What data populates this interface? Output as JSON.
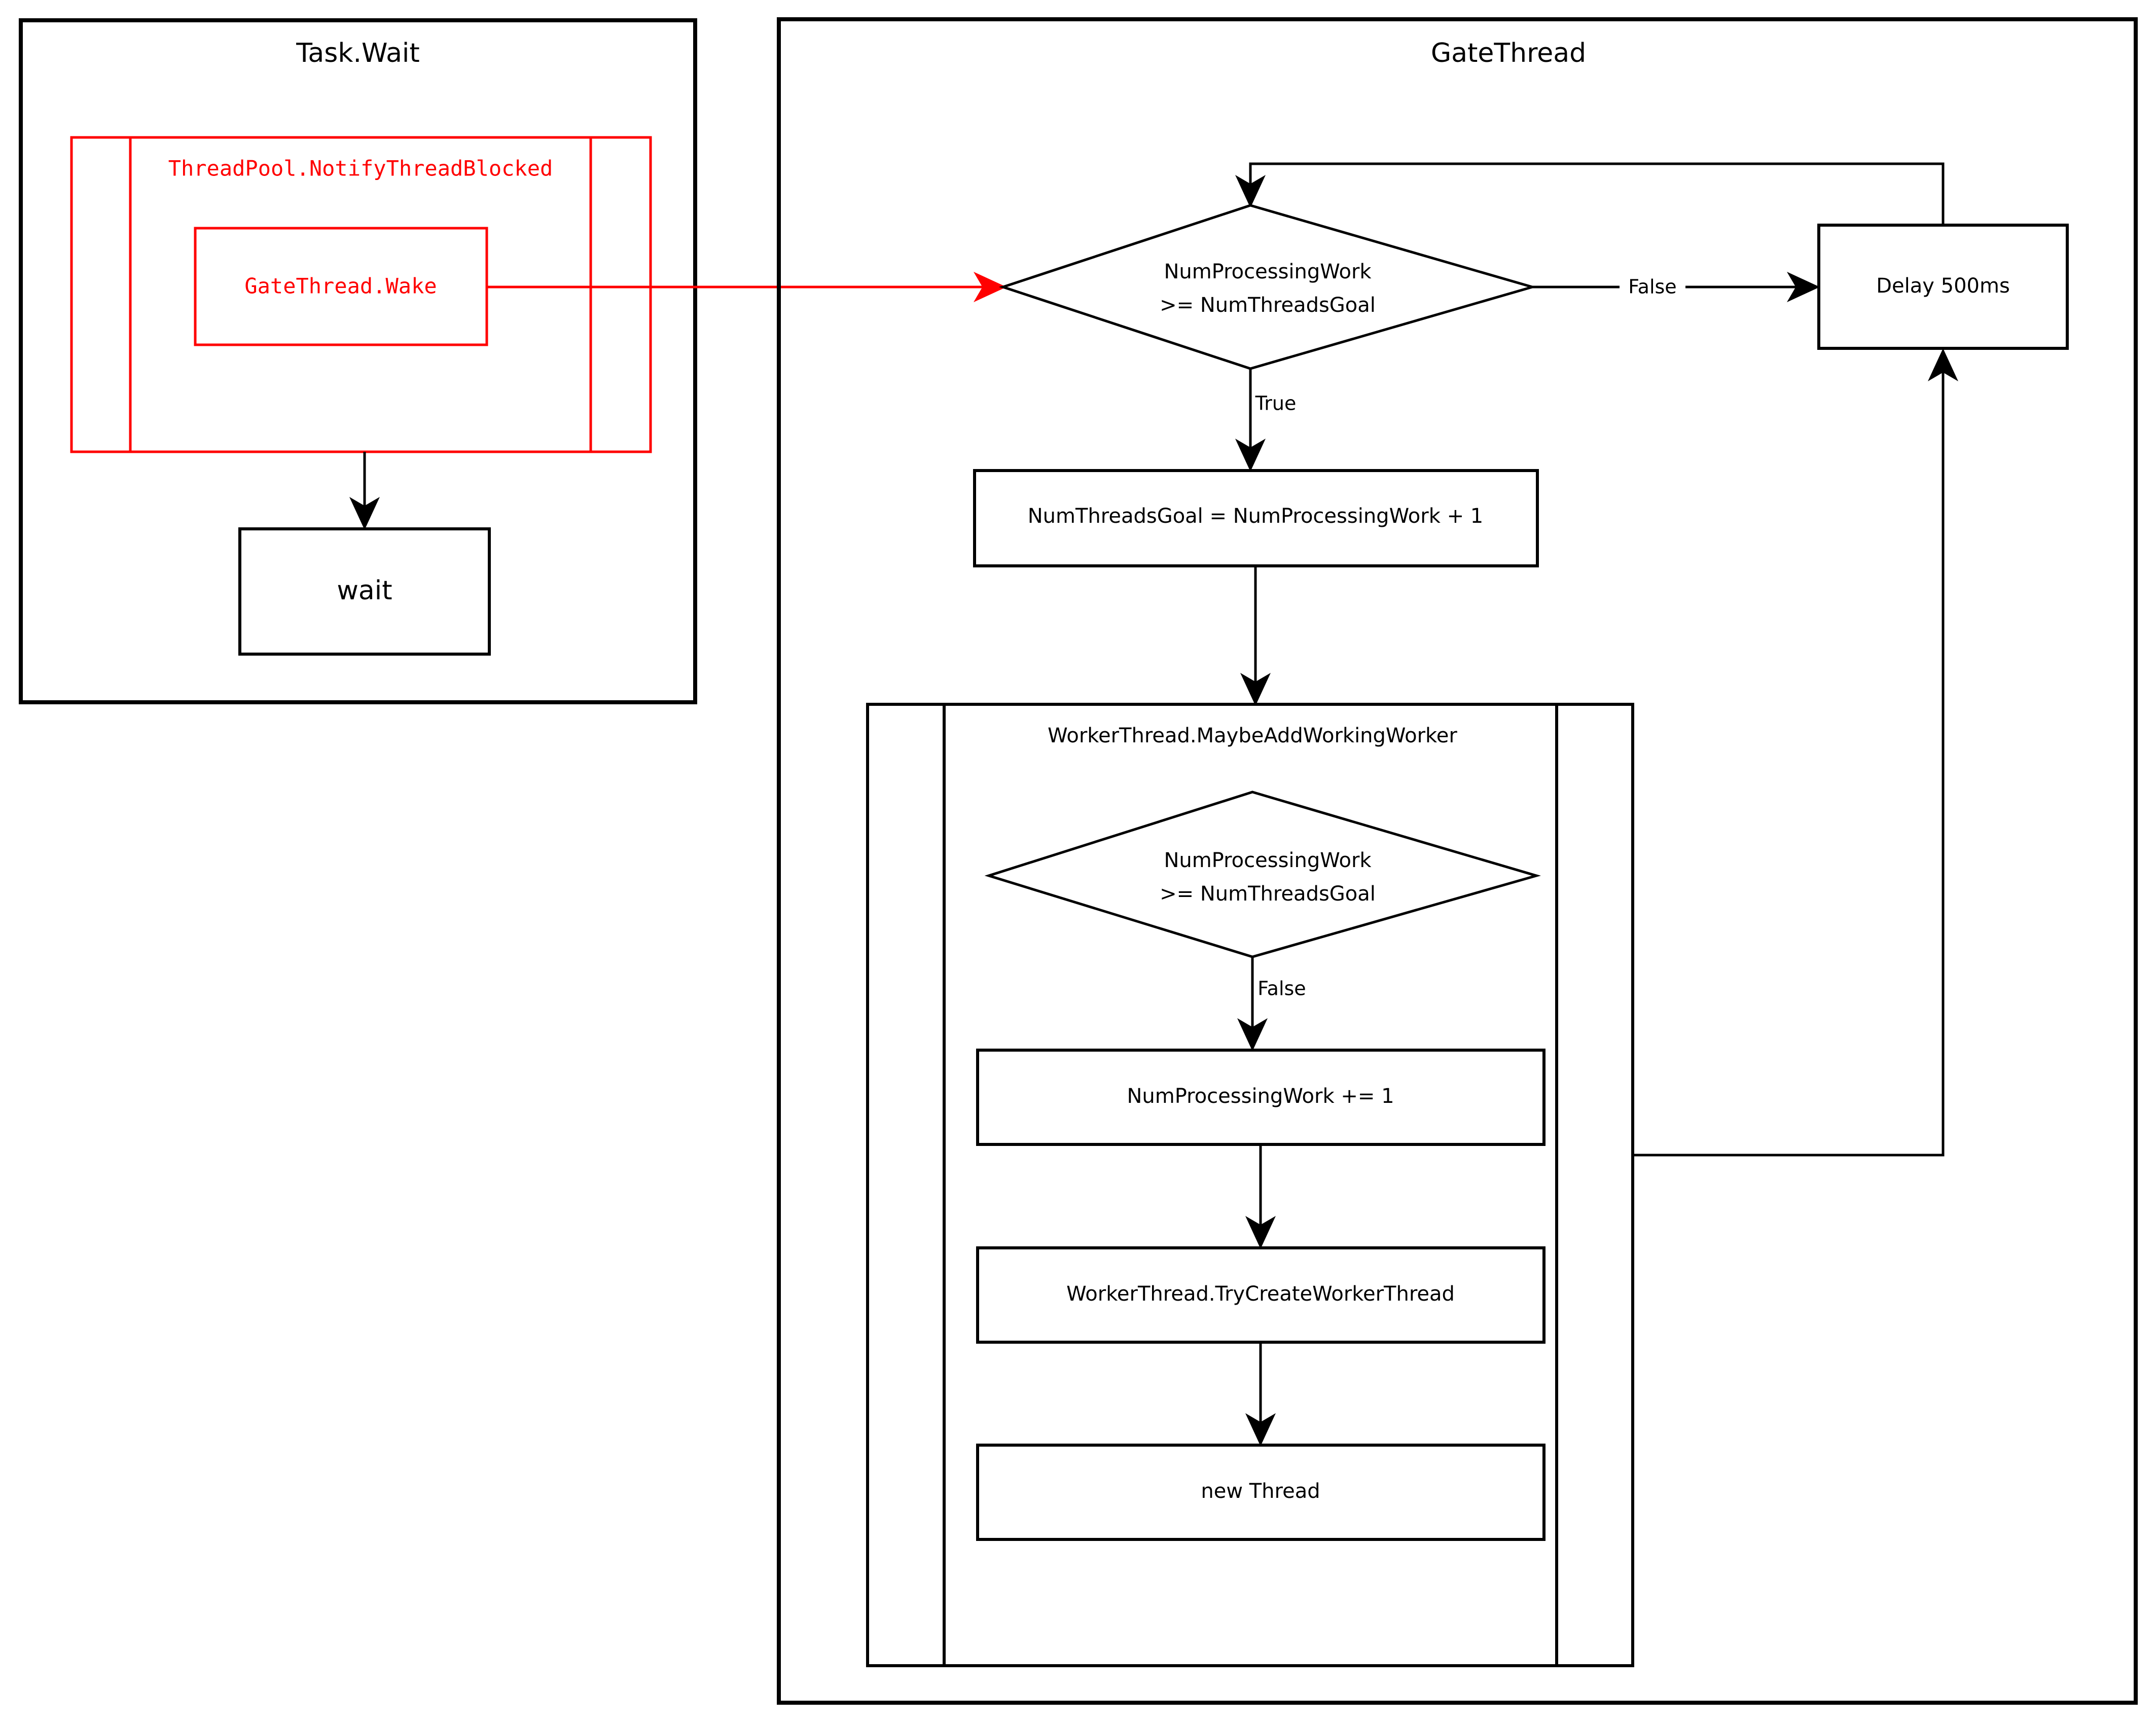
{
  "diagram": {
    "title_left": "Task.Wait",
    "title_right": "GateThread",
    "colors": {
      "highlight": "#ff0000",
      "stroke": "#000000",
      "background": "#ffffff"
    }
  },
  "task_wait": {
    "group_label": "Task.Wait",
    "notify_label": "ThreadPool.NotifyThreadBlocked",
    "wake_label": "GateThread.Wake",
    "wait_label": "wait"
  },
  "gate_thread": {
    "group_label": "GateThread",
    "decision1_line1": "NumProcessingWork",
    "decision1_line2": ">= NumThreadsGoal",
    "decision1_true": "True",
    "decision1_false": "False",
    "delay_label": "Delay 500ms",
    "assign_label": "NumThreadsGoal = NumProcessingWork + 1",
    "maybe_add_label": "WorkerThread.MaybeAddWorkingWorker",
    "decision2_line1": "NumProcessingWork",
    "decision2_line2": ">= NumThreadsGoal",
    "decision2_false": "False",
    "increment_label": "NumProcessingWork  += 1",
    "try_create_label": "WorkerThread.TryCreateWorkerThread",
    "new_thread_label": "new Thread"
  }
}
